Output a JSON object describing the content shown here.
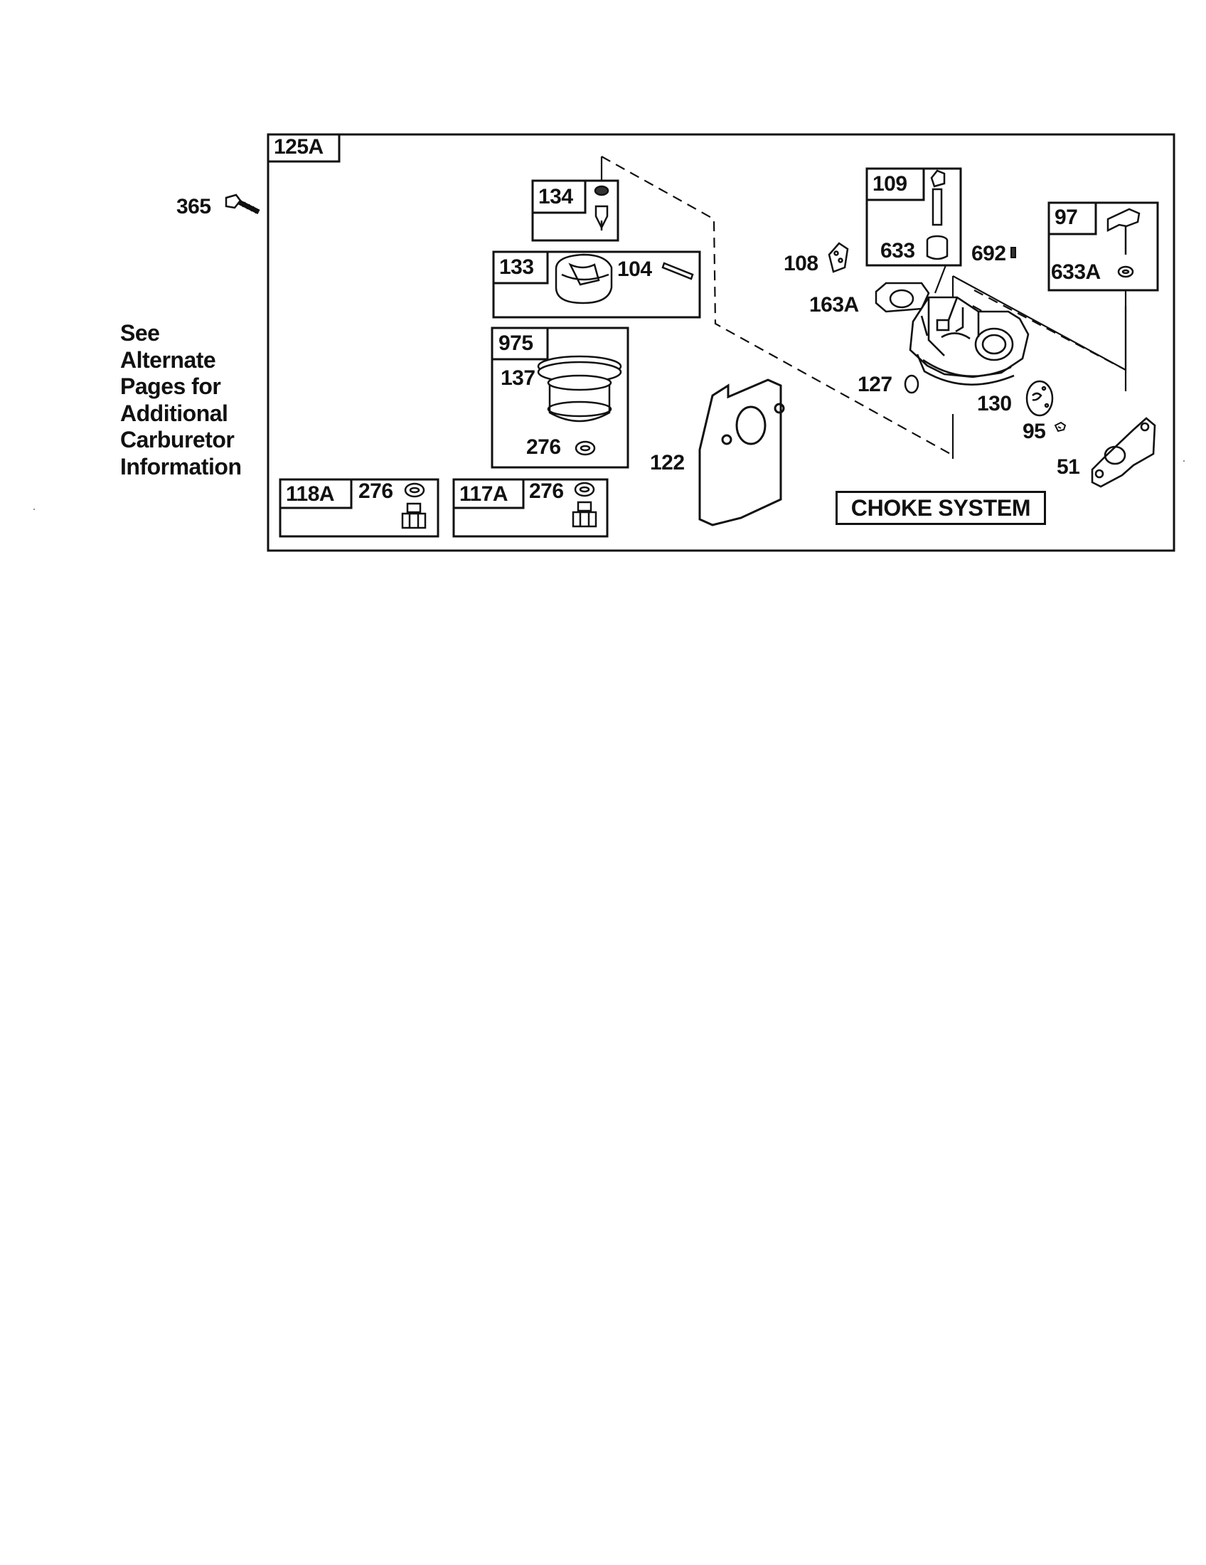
{
  "side_note": [
    "See",
    "Alternate",
    "Pages for",
    "Additional",
    "Carburetor",
    "Information"
  ],
  "choke_label": "CHOKE SYSTEM",
  "kit_labels": {
    "k125A": "125A",
    "k134": "134",
    "k133": "133",
    "k975": "975",
    "k118A": "118A",
    "k117A": "117A",
    "k109": "109",
    "k97": "97"
  },
  "part_labels": {
    "p365": "365",
    "p104": "104",
    "p137": "137",
    "p276a": "276",
    "p276b": "276",
    "p276c": "276",
    "p122": "122",
    "p108": "108",
    "p633": "633",
    "p692": "692",
    "p633A": "633A",
    "p163A": "163A",
    "p127": "127",
    "p130": "130",
    "p95": "95",
    "p51": "51"
  }
}
